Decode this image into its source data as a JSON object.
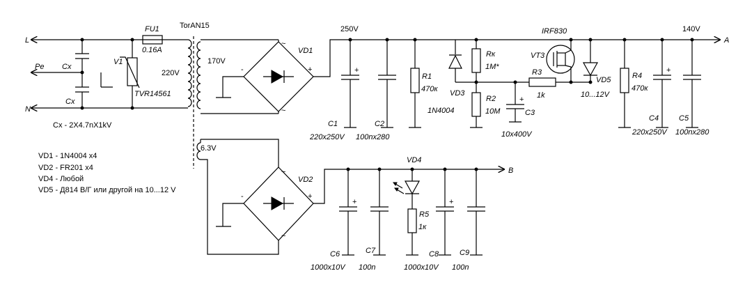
{
  "nodes": {
    "line": "L",
    "pe": "Pe",
    "neutral": "N",
    "out_a": "A",
    "out_b": "B"
  },
  "labels": {
    "fu1": "FU1",
    "fu1_val": "0.16A",
    "transformer": "TorAN15",
    "v1": "V1",
    "v1_val": "TVR14561",
    "cx_top": "Cx",
    "cx_bot": "Cx",
    "cx_note": "Cx - 2X4.7nX1kV",
    "prim_volt": "220V",
    "sec1_volt": "170V",
    "sec2_volt": "6.3V",
    "vd1": "VD1",
    "vd2": "VD2",
    "v250": "250V",
    "v140": "140V",
    "c1": "C1",
    "c1_val": "220x250V",
    "c2": "C2",
    "c2_val": "100nx280",
    "r1": "R1",
    "r1_val": "470к",
    "vd3": "VD3",
    "vd3_val": "1N4004",
    "rk": "Rк",
    "rk_val": "1M*",
    "r2": "R2",
    "r2_val": "10M",
    "c3": "C3",
    "c3_val": "10x400V",
    "r3": "R3",
    "r3_val": "1k",
    "irf": "IRF830",
    "vt3": "VT3",
    "vd5": "VD5",
    "vd5_val": "10...12V",
    "r4": "R4",
    "r4_val": "470к",
    "c4": "C4",
    "c4_val": "220x250V",
    "c5": "C5",
    "c5_val": "100nx280",
    "vd4": "VD4",
    "c6": "C6",
    "c6_val": "1000x10V",
    "c7": "C7",
    "c7_val": "100n",
    "r5": "R5",
    "r5_val": "1к",
    "c8": "C8",
    "c8_val": "1000x10V",
    "c9": "C9",
    "c9_val": "100n",
    "plus": "+",
    "minus": "-",
    "tilde": "~"
  },
  "legend": [
    "VD1 - 1N4004 x4",
    "VD2 - FR201 x4",
    "VD4 - Любой",
    "VD5 - Д814 В/Г или другой на 10...12 V"
  ]
}
